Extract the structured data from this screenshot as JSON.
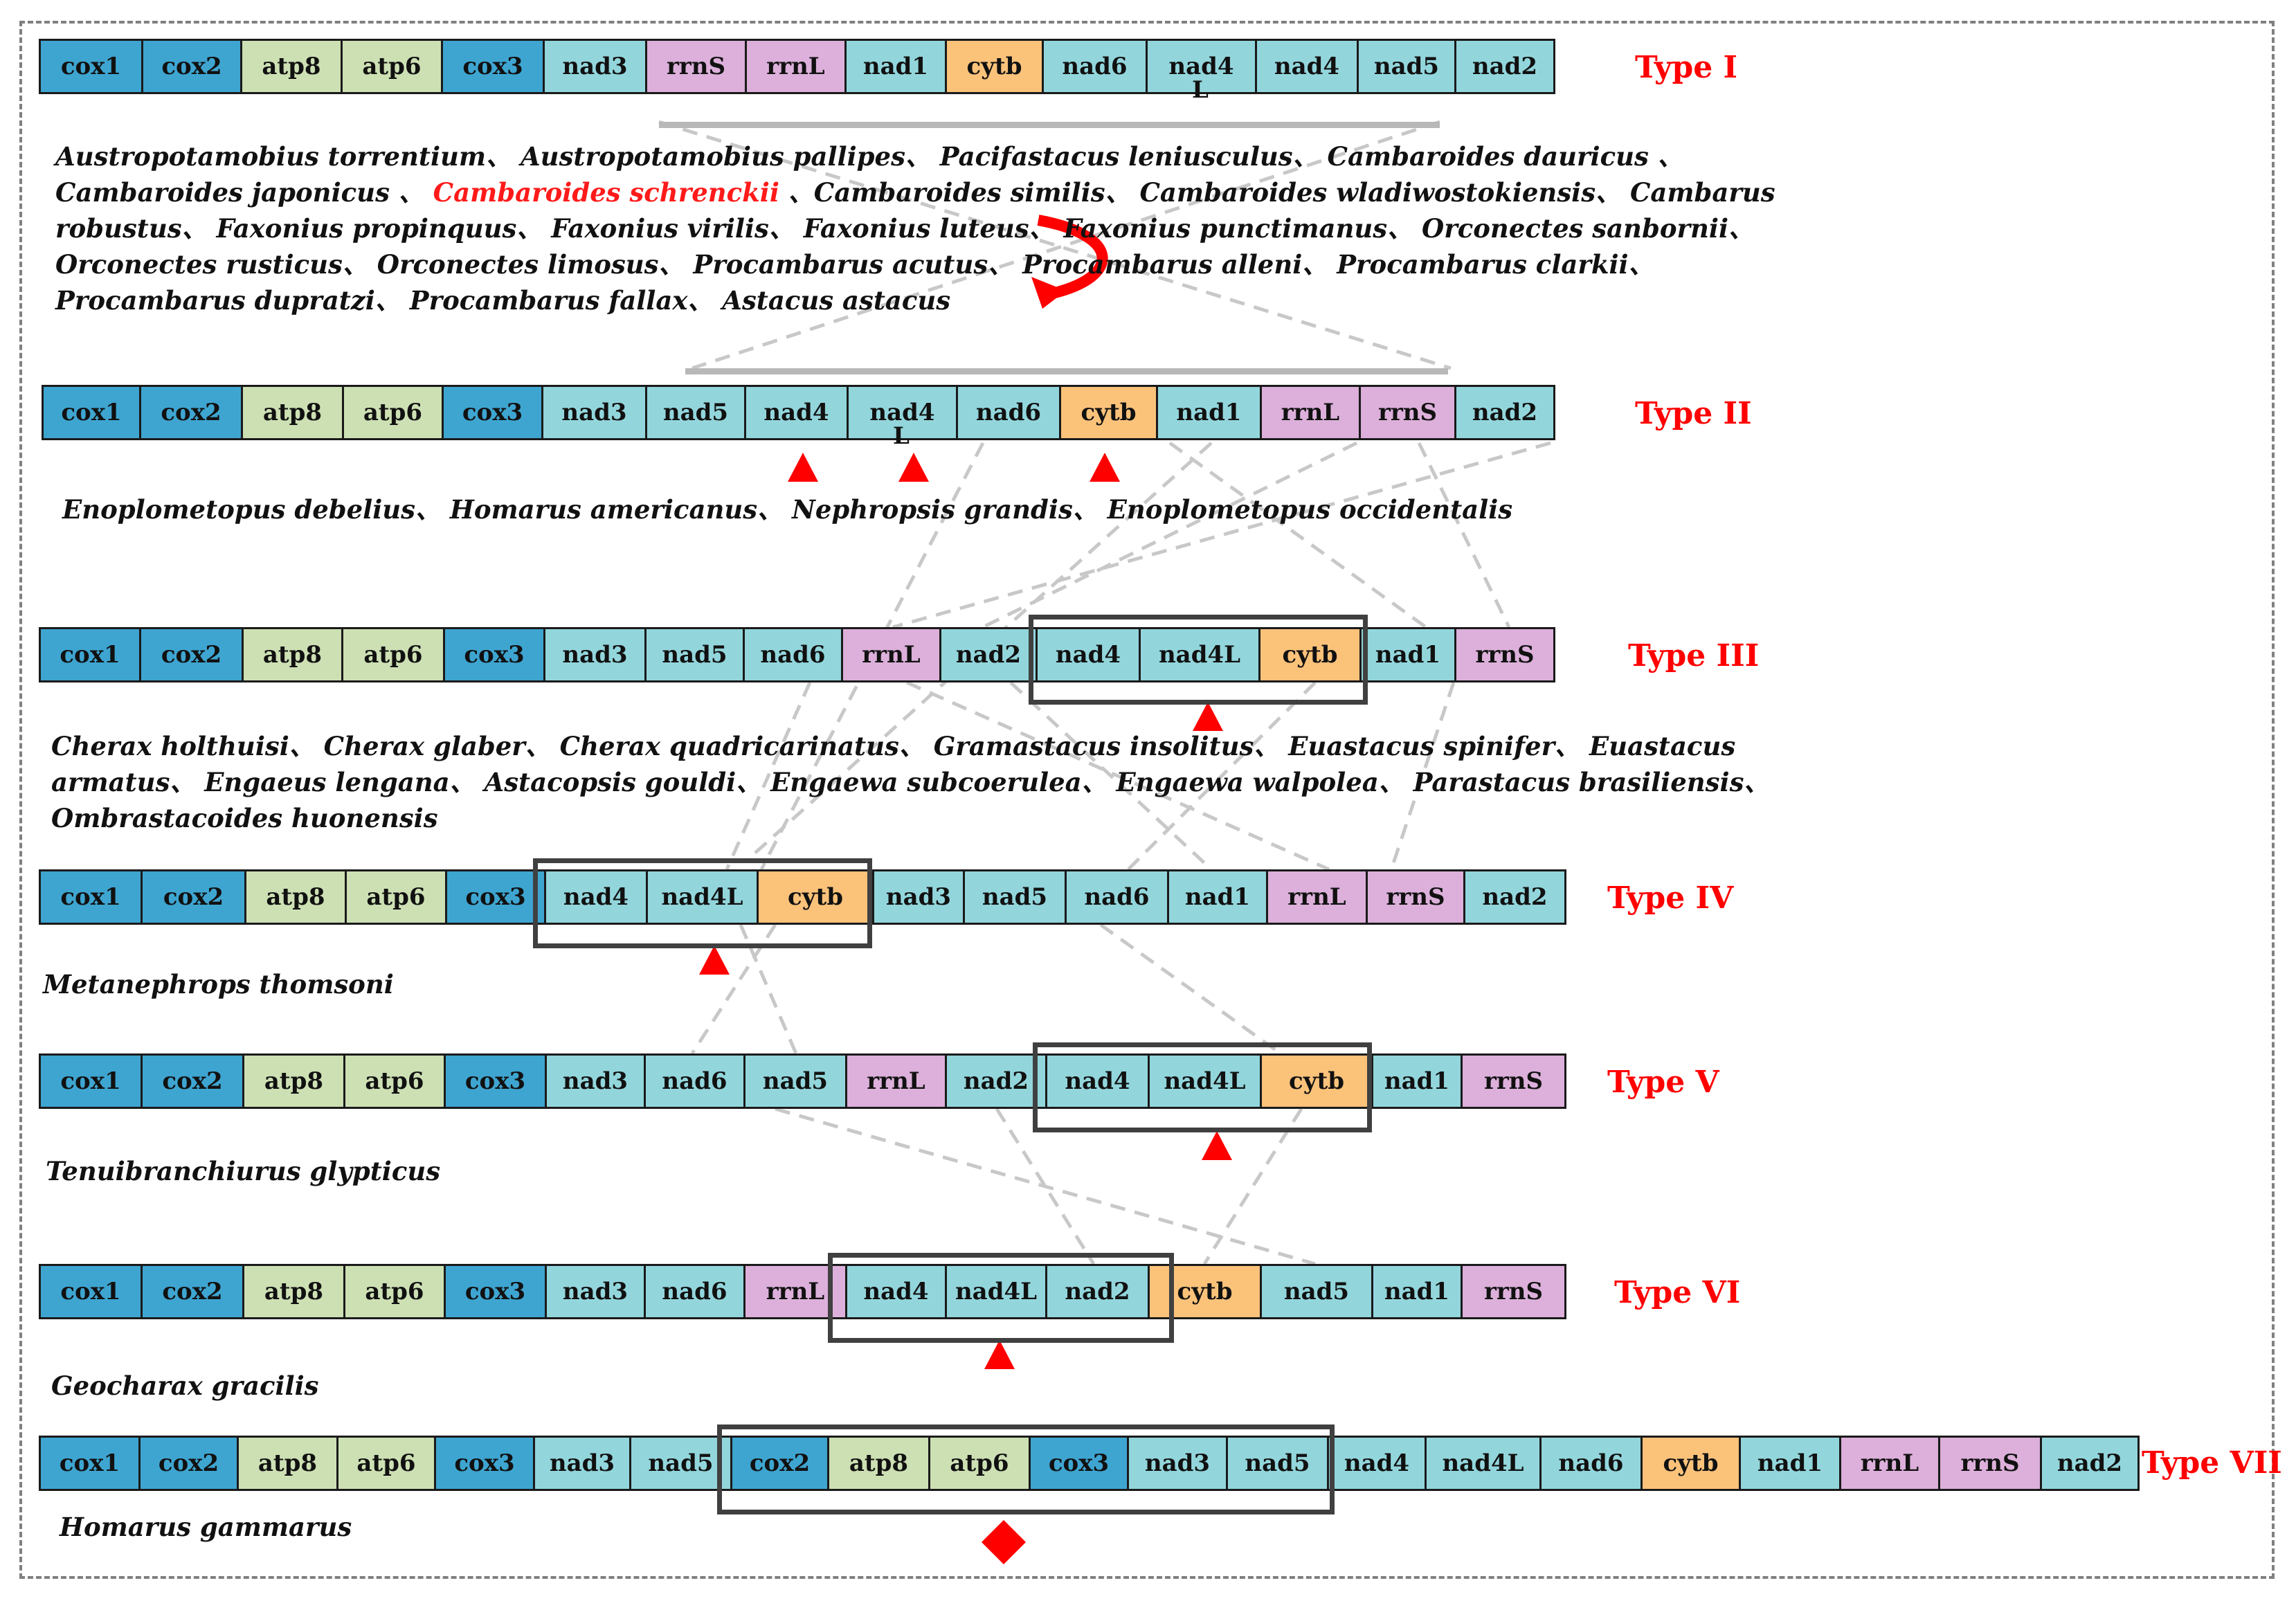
{
  "colors": {
    "cox": "#3ea5d1",
    "atp": "#cde0b4",
    "nad": "#92d6dc",
    "cytb": "#fbc27a",
    "rrn": "#dcb0da",
    "label_red": "#ff0000",
    "marker_red": "#ff0000"
  },
  "types": [
    {
      "label": "Type I",
      "genes": [
        "cox1",
        "cox2",
        "atp8",
        "atp6",
        "cox3",
        "nad3",
        "rrnS",
        "rrnL",
        "nad1",
        "cytb",
        "nad6",
        "nad4",
        "nad4",
        "nad5",
        "nad2"
      ],
      "sub_label": "L",
      "species": [
        [
          "Austropotamobius torrentium、",
          "Austropotamobius pallipes、",
          "Pacifastacus leniusculus、",
          "Cambaroides dauricus 、"
        ],
        [
          "Cambaroides japonicus 、",
          "Cambaroides schrenckii",
          "、Cambaroides similis、",
          "Cambaroides wladiwostokiensis、",
          "Cambarus"
        ],
        [
          "robustus、",
          "Faxonius propinquus、",
          "Faxonius virilis、",
          "Faxonius luteus、",
          "Faxonius punctimanus、",
          "Orconectes sanbornii、"
        ],
        [
          "Orconectes rusticus、",
          "Orconectes limosus、",
          "Procambarus acutus、",
          "Procambarus alleni、",
          "Procambarus clarkii、"
        ],
        [
          "Procambarus dupratzi、",
          "Procambarus fallax、",
          "Astacus astacus"
        ]
      ]
    },
    {
      "label": "Type II",
      "genes": [
        "cox1",
        "cox2",
        "atp8",
        "atp6",
        "cox3",
        "nad3",
        "nad5",
        "nad4",
        "nad4",
        "nad6",
        "cytb",
        "nad1",
        "rrnL",
        "rrnS",
        "nad2"
      ],
      "sub_label": "L",
      "species": [
        [
          "Enoplometopus debelius、",
          "Homarus americanus、",
          "Nephropsis grandis、",
          "Enoplometopus occidentalis"
        ]
      ]
    },
    {
      "label": "Type III",
      "genes": [
        "cox1",
        "cox2",
        "atp8",
        "atp6",
        "cox3",
        "nad3",
        "nad5",
        "nad6",
        "rrnL",
        "nad2",
        "nad4",
        "nad4L",
        "cytb",
        "nad1",
        "rrnS"
      ],
      "species": [
        [
          "Cherax holthuisi、",
          "Cherax glaber、",
          "Cherax quadricarinatus、",
          "Gramastacus insolitus、",
          "Euastacus spinifer、",
          "Euastacus"
        ],
        [
          "armatus、",
          "Engaeus lengana、",
          "Astacopsis gouldi、",
          "Engaewa subcoerulea、",
          "Engaewa walpolea、",
          "Parastacus brasiliensis、"
        ],
        [
          "Ombrastacoides huonensis"
        ]
      ]
    },
    {
      "label": "Type IV",
      "genes": [
        "cox1",
        "cox2",
        "atp8",
        "atp6",
        "cox3",
        "nad4",
        "nad4L",
        "cytb",
        "nad3",
        "nad5",
        "nad6",
        "nad1",
        "rrnL",
        "rrnS",
        "nad2"
      ],
      "species": [
        [
          "Metanephrops thomsoni"
        ]
      ]
    },
    {
      "label": "Type V",
      "genes": [
        "cox1",
        "cox2",
        "atp8",
        "atp6",
        "cox3",
        "nad3",
        "nad6",
        "nad5",
        "rrnL",
        "nad2",
        "nad4",
        "nad4L",
        "cytb",
        "nad1",
        "rrnS"
      ],
      "species": [
        [
          "Tenuibranchiurus glypticus"
        ]
      ]
    },
    {
      "label": "Type VI",
      "genes": [
        "cox1",
        "cox2",
        "atp8",
        "atp6",
        "cox3",
        "nad3",
        "nad6",
        "rrnL",
        "nad4",
        "nad4L",
        "nad2",
        "cytb",
        "nad5",
        "nad1",
        "rrnS"
      ],
      "species": [
        [
          "Geocharax gracilis"
        ]
      ]
    },
    {
      "label": "Type VII",
      "genes": [
        "cox1",
        "cox2",
        "atp8",
        "atp6",
        "cox3",
        "nad3",
        "nad5",
        "cox2",
        "atp8",
        "atp6",
        "cox3",
        "nad3",
        "nad5",
        "nad4",
        "nad4L",
        "nad6",
        "cytb",
        "nad1",
        "rrnL",
        "rrnS",
        "nad2"
      ],
      "species": [
        [
          "Homarus gammarus"
        ]
      ]
    }
  ]
}
